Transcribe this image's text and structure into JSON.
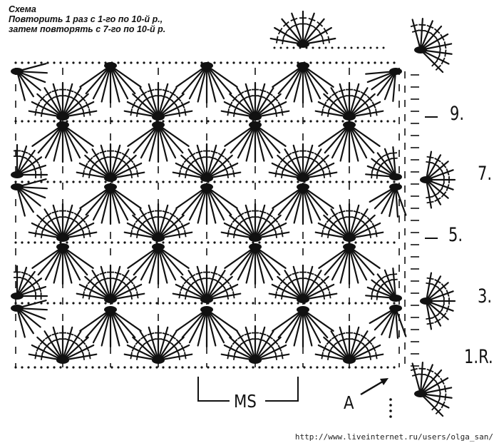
{
  "header": {
    "title": "Схема",
    "line1": "Повторить 1 раз с 1-го по 10-й р.,",
    "line2": "затем повторять с 7-го по 10-й р."
  },
  "row_labels": {
    "r9": "9.",
    "r7": "7.",
    "r5": "5.",
    "r3": "3.",
    "r1": "1.R."
  },
  "repeat_label": "MS",
  "start_label": "A",
  "watermark": "http://www.liveinternet.ru/users/olga_san/",
  "colors": {
    "ink": "#111111",
    "background": "#ffffff"
  }
}
